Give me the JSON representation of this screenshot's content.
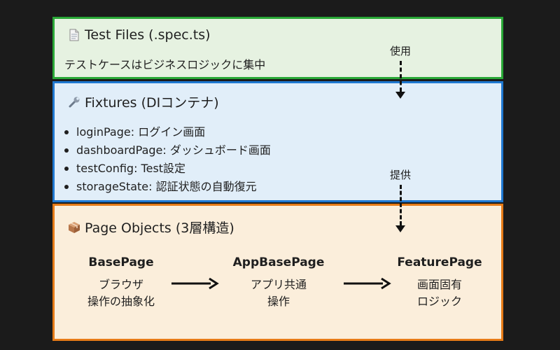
{
  "layers": {
    "tests": {
      "title": "Test Files (.spec.ts)",
      "icon": "document-icon",
      "description": "テストケースはビジネスロジックに集中"
    },
    "fixtures": {
      "title": "Fixtures (DIコンテナ)",
      "icon": "wrench-icon",
      "items": [
        "loginPage: ログイン画面",
        "dashboardPage: ダッシュボード画面",
        "testConfig: Test設定",
        "storageState: 認証状態の自動復元"
      ]
    },
    "pages": {
      "title": "Page Objects (3層構造)",
      "icon": "package-icon",
      "classes": [
        {
          "name": "BasePage",
          "description": "ブラウザ\n操作の抽象化"
        },
        {
          "name": "AppBasePage",
          "description": "アプリ共通\n操作"
        },
        {
          "name": "FeaturePage",
          "description": "画面固有\nロジック"
        }
      ]
    }
  },
  "flows": {
    "uses_label": "使用",
    "provides_label": "提供"
  },
  "colors": {
    "tests_fill": "#e6f2e1",
    "tests_border": "#2aa837",
    "fixtures_fill": "#e1eef9",
    "fixtures_border": "#1f78d1",
    "pages_fill": "#fbeedb",
    "pages_border": "#e67b17",
    "background": "#1b1b1b"
  }
}
